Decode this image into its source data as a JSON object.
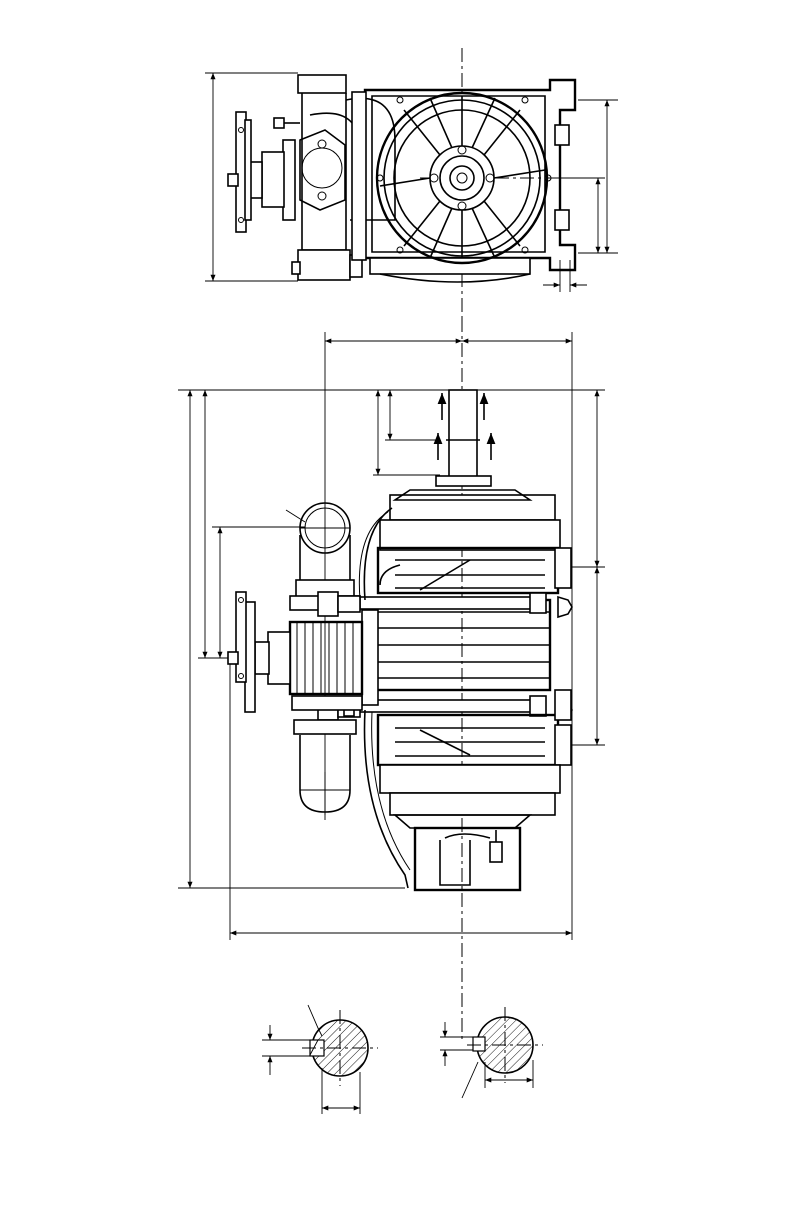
{
  "drawing": {
    "type": "pump dimensional drawing",
    "views": [
      "end-view",
      "front-view",
      "shaft-section-left",
      "shaft-section-right"
    ],
    "line_color": "#000000",
    "background_color": "#ffffff"
  }
}
